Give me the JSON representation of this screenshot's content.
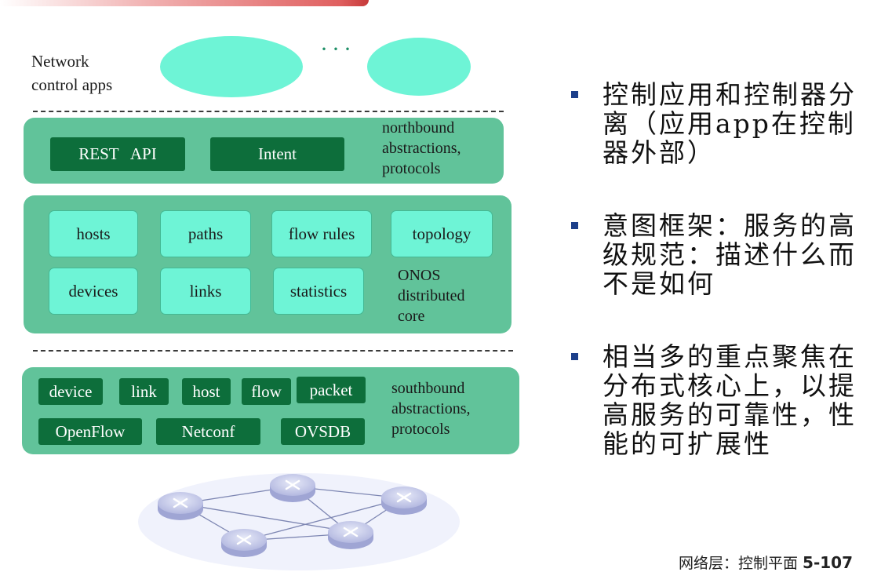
{
  "diagram": {
    "apps": {
      "label": "Network\ncontrol apps",
      "ellipsis": "···"
    },
    "northbound": {
      "boxes": [
        "REST   API",
        "Intent"
      ],
      "label": "northbound\nabstractions,\nprotocols"
    },
    "core": {
      "row1": [
        "hosts",
        "paths",
        "flow rules",
        "topology"
      ],
      "row2": [
        "devices",
        "links",
        "statistics"
      ],
      "label": "ONOS\ndistributed\ncore"
    },
    "southbound": {
      "row1": [
        "device",
        "link",
        "host",
        "flow",
        "packet"
      ],
      "row2": [
        "OpenFlow",
        "Netconf",
        "OVSDB"
      ],
      "label": "southbound\nabstractions,\nprotocols"
    }
  },
  "bullets": [
    "控制应用和控制器分离（应用app在控制器外部）",
    "意图框架：服务的高级规范：描述什么而不是如何",
    "相当多的重点聚焦在分布式核心上，以提高服务的可靠性，性能的可扩展性"
  ],
  "footer": {
    "title": "网络层：控制平面",
    "page": "5-107"
  },
  "colors": {
    "band": "#61c39a",
    "dark_box": "#0d6e3b",
    "light_box": "#6ef4d6",
    "bullet": "#1c3f8a"
  },
  "icons": [
    "router-icon"
  ]
}
